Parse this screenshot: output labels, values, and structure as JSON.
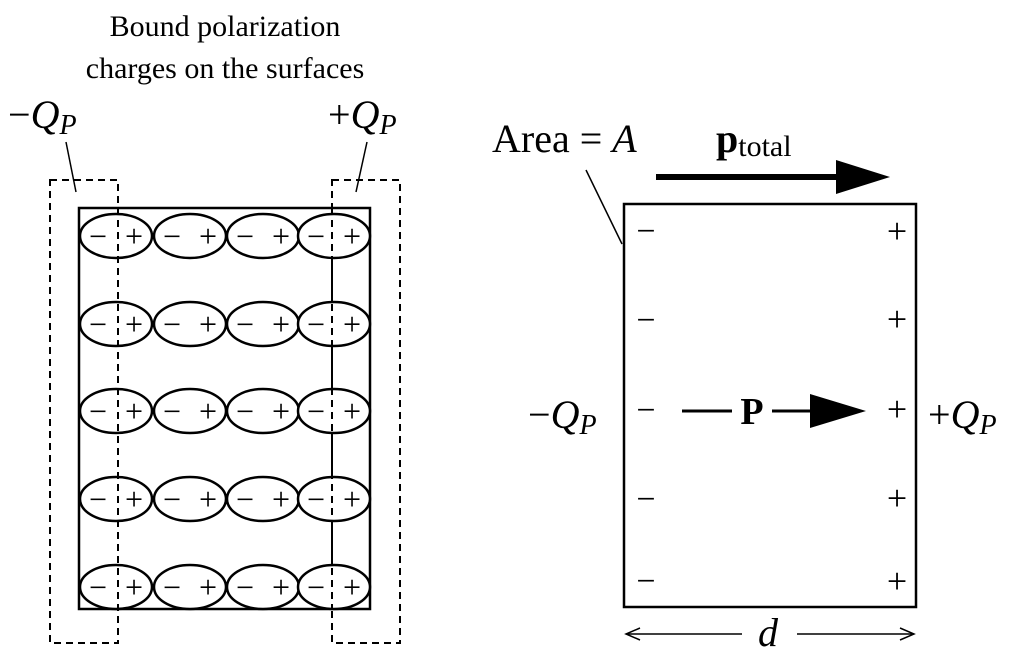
{
  "left_panel": {
    "caption_line1": "Bound polarization",
    "caption_line2": "charges on the surfaces",
    "neg_charge_sign": "−",
    "pos_charge_sign": "+",
    "charge_symbol": "Q",
    "charge_subscript": "P",
    "minus_sign": "−",
    "plus_sign": "+"
  },
  "right_panel": {
    "area_label": "Area = ",
    "area_symbol": "A",
    "ptotal_bold": "p",
    "ptotal_sub": "total",
    "P_label": "P",
    "neg_charge_sign": "−",
    "pos_charge_sign": "+",
    "charge_symbol": "Q",
    "charge_subscript": "P",
    "minus_sign": "−",
    "plus_sign": "+",
    "d_label": "d"
  }
}
